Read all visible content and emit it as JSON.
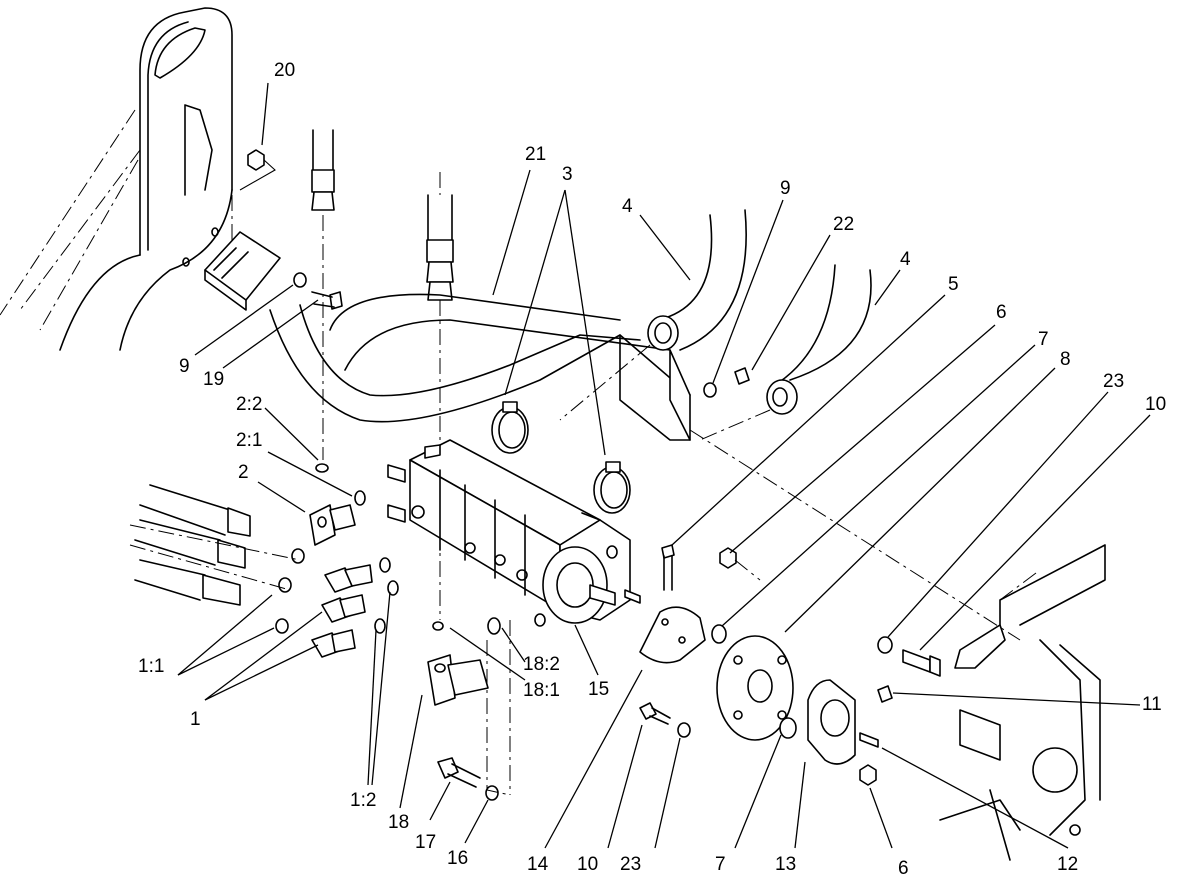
{
  "callouts": [
    {
      "id": "c20",
      "text": "20"
    },
    {
      "id": "c21",
      "text": "21"
    },
    {
      "id": "c3",
      "text": "3"
    },
    {
      "id": "c9a",
      "text": "9"
    },
    {
      "id": "c4a",
      "text": "4"
    },
    {
      "id": "c22",
      "text": "22"
    },
    {
      "id": "c4b",
      "text": "4"
    },
    {
      "id": "c5",
      "text": "5"
    },
    {
      "id": "c6a",
      "text": "6"
    },
    {
      "id": "c7a",
      "text": "7"
    },
    {
      "id": "c8",
      "text": "8"
    },
    {
      "id": "c23a",
      "text": "23"
    },
    {
      "id": "c10a",
      "text": "10"
    },
    {
      "id": "c9b",
      "text": "9"
    },
    {
      "id": "c19",
      "text": "19"
    },
    {
      "id": "c2_2",
      "text": "2:2"
    },
    {
      "id": "c2_1",
      "text": "2:1"
    },
    {
      "id": "c2",
      "text": "2"
    },
    {
      "id": "c11",
      "text": "11"
    },
    {
      "id": "c1_1",
      "text": "1:1"
    },
    {
      "id": "c1",
      "text": "1"
    },
    {
      "id": "c18_2",
      "text": "18:2"
    },
    {
      "id": "c18_1",
      "text": "18:1"
    },
    {
      "id": "c15",
      "text": "15"
    },
    {
      "id": "c1_2",
      "text": "1:2"
    },
    {
      "id": "c18",
      "text": "18"
    },
    {
      "id": "c17",
      "text": "17"
    },
    {
      "id": "c16",
      "text": "16"
    },
    {
      "id": "c14",
      "text": "14"
    },
    {
      "id": "c10b",
      "text": "10"
    },
    {
      "id": "c23b",
      "text": "23"
    },
    {
      "id": "c7b",
      "text": "7"
    },
    {
      "id": "c13",
      "text": "13"
    },
    {
      "id": "c6b",
      "text": "6"
    },
    {
      "id": "c12",
      "text": "12"
    }
  ]
}
